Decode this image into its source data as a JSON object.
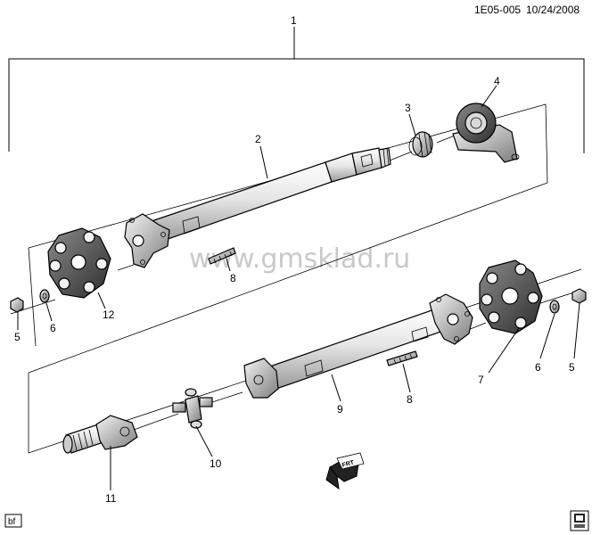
{
  "header": {
    "code": "1E05-005",
    "date": "10/24/2008"
  },
  "watermark": "www.gmsklad.ru",
  "footer": {
    "corner_tag": "bf",
    "direction_tag": "FRT"
  },
  "callouts": [
    "1",
    "2",
    "3",
    "4",
    "5",
    "6",
    "12",
    "8",
    "7",
    "6",
    "5",
    "8",
    "9",
    "10",
    "11"
  ]
}
